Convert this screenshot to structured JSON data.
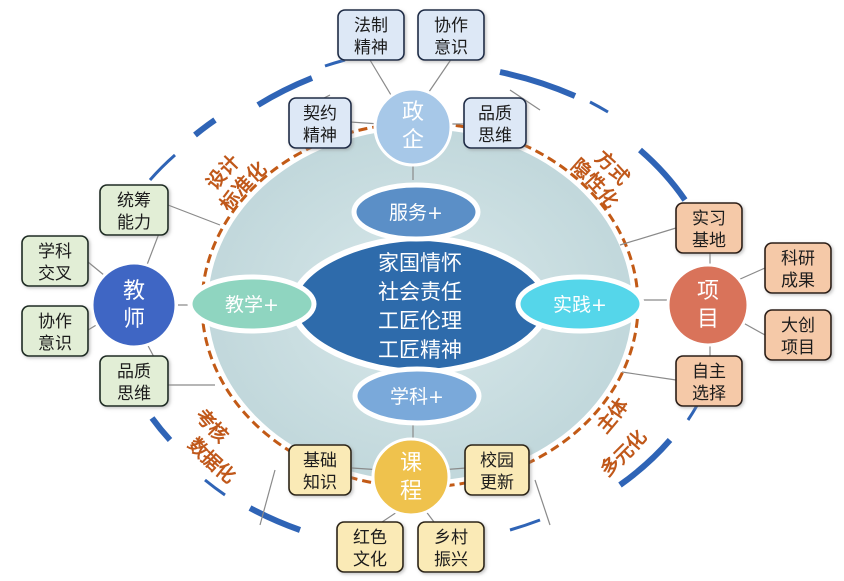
{
  "center": {
    "lines": [
      "家国情怀",
      "社会责任",
      "工匠伦理",
      "工匠精神"
    ]
  },
  "pills": {
    "top": "服务+",
    "left": "教学+",
    "right": "实践+",
    "bottom": "学科+"
  },
  "nodes": {
    "top": [
      "政",
      "企"
    ],
    "left": [
      "教",
      "师"
    ],
    "right": [
      "项",
      "目"
    ],
    "bottom": [
      "课",
      "程"
    ]
  },
  "boxes": {
    "zq_1": [
      "法制",
      "精神"
    ],
    "zq_2": [
      "协作",
      "意识"
    ],
    "zq_3": [
      "契约",
      "精神"
    ],
    "zq_4": [
      "品质",
      "思维"
    ],
    "js_1": [
      "统筹",
      "能力"
    ],
    "js_2": [
      "学科",
      "交叉"
    ],
    "js_3": [
      "协作",
      "意识"
    ],
    "js_4": [
      "品质",
      "思维"
    ],
    "xm_1": [
      "实习",
      "基地"
    ],
    "xm_2": [
      "科研",
      "成果"
    ],
    "xm_3": [
      "大创",
      "项目"
    ],
    "xm_4": [
      "自主",
      "选择"
    ],
    "kc_1": [
      "基础",
      "知识"
    ],
    "kc_2": [
      "校园",
      "更新"
    ],
    "kc_3": [
      "红色",
      "文化"
    ],
    "kc_4": [
      "乡村",
      "振兴"
    ]
  },
  "arc_labels": {
    "top_left": [
      "设计",
      "标准化"
    ],
    "top_right": [
      "方式",
      "隐性化"
    ],
    "bottom_left": [
      "考核",
      "数据化"
    ],
    "bottom_right": [
      "主体",
      "多元化"
    ]
  },
  "colors": {
    "node_top": "#a7c8e8",
    "node_left": "#3f66c4",
    "node_right": "#d9735a",
    "node_bottom": "#efc24d",
    "pill_top": "#5b8fc7",
    "pill_left": "#8fd5c0",
    "pill_right": "#55d6ea",
    "pill_bottom": "#7aa9da",
    "core": "#2e6bab",
    "disc": "#cfe1e5",
    "dashed_ring": "#c25a16",
    "outer_ring": "#2f64b6",
    "label_orange": "#c0581a"
  }
}
